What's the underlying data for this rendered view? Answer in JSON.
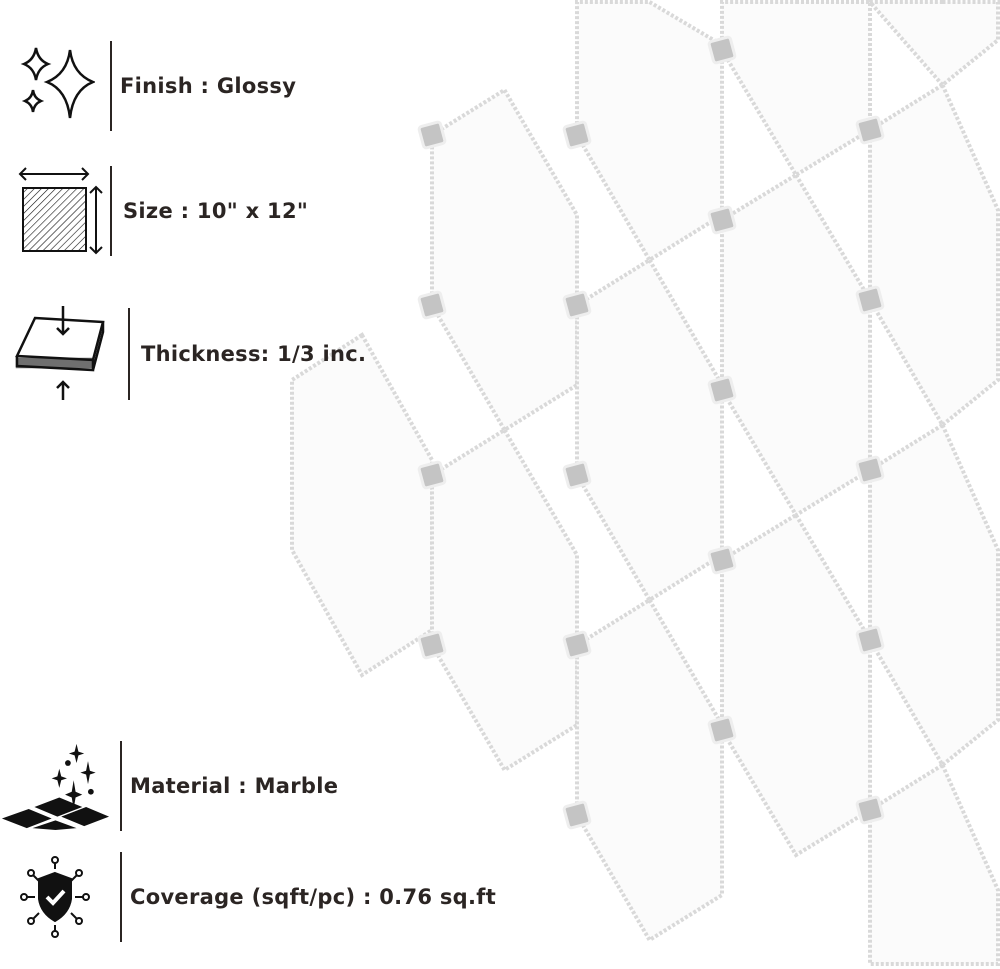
{
  "specs": [
    {
      "icon": "sparkle-icon",
      "label": "Finish : Glossy"
    },
    {
      "icon": "size-dimensions-icon",
      "label": "Size : 10\" x 12\""
    },
    {
      "icon": "thickness-icon",
      "label": "Thickness: 1/3 inc."
    },
    {
      "icon": "marble-floor-icon",
      "label": "Material : Marble"
    },
    {
      "icon": "shield-coverage-icon",
      "label": "Coverage (sqft/pc) : 0.76 sq.ft"
    }
  ],
  "colors": {
    "text": "#2b2523",
    "tile": "#fbfbfb",
    "grout": "#d9d9d9",
    "dot": "#c4c4c4"
  }
}
